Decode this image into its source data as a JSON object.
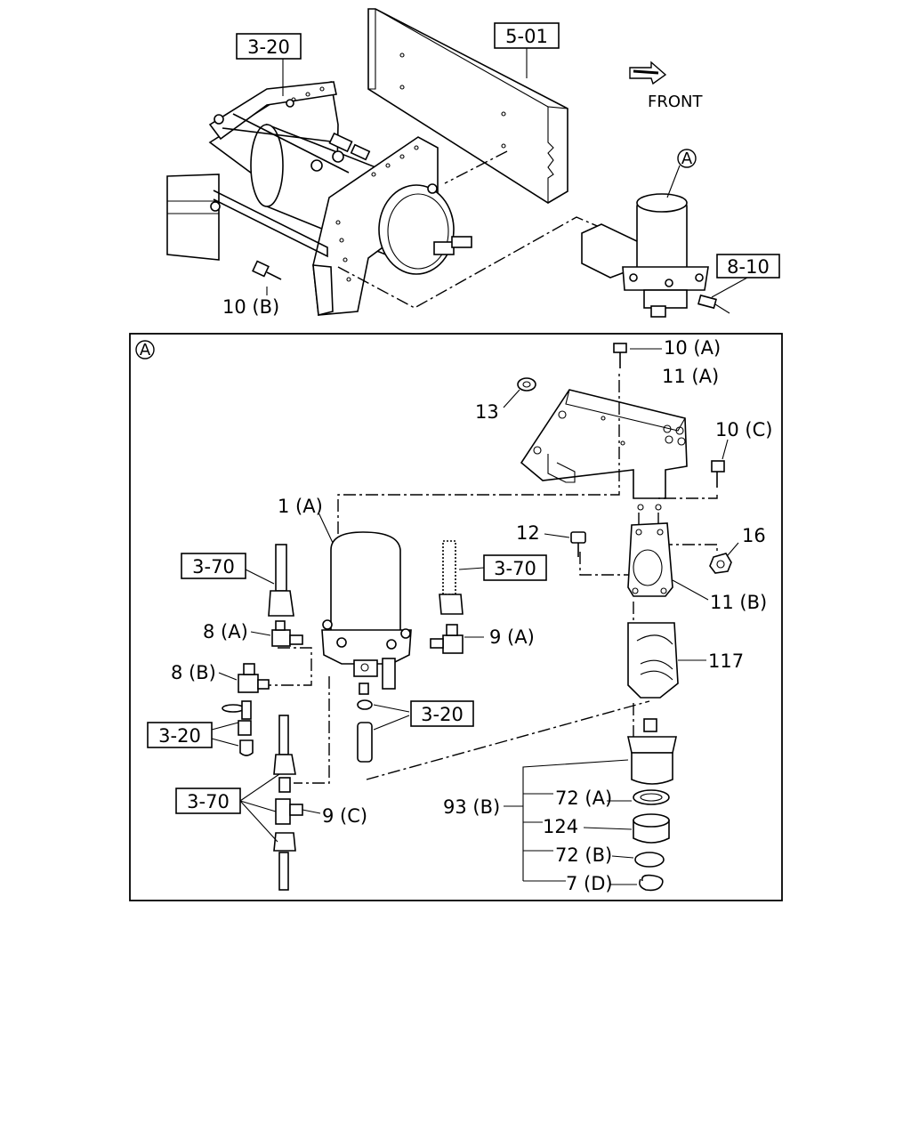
{
  "callouts": {
    "frame_ref": "5-01",
    "tank_ref": "3-20",
    "front_label": "FRONT",
    "view_marker": "A",
    "top_dryer_ref": "8-10",
    "bolt_10b": "10 (B)"
  },
  "detail_a": {
    "marker": "A",
    "bolt_10a": "10 (A)",
    "bracket_11a": "11 (A)",
    "nut_13": "13",
    "bolt_10c": "10 (C)",
    "dryer_1a": "1 (A)",
    "bolt_12": "12",
    "nut_16": "16",
    "bracket_11b": "11 (B)",
    "hose_ref_left": "3-70",
    "hose_ref_right": "3-70",
    "fitting_8a": "8 (A)",
    "fitting_9a": "9 (A)",
    "fitting_8b": "8 (B)",
    "cover_117": "117",
    "tube_ref_center": "3-20",
    "tube_ref_left": "3-20",
    "hose_ref_bottom": "3-70",
    "fitting_9c": "9 (C)",
    "kit_93b": "93 (B)",
    "seal_72a": "72 (A)",
    "filter_124": "124",
    "seal_72b": "72 (B)",
    "ring_7d": "7 (D)"
  }
}
